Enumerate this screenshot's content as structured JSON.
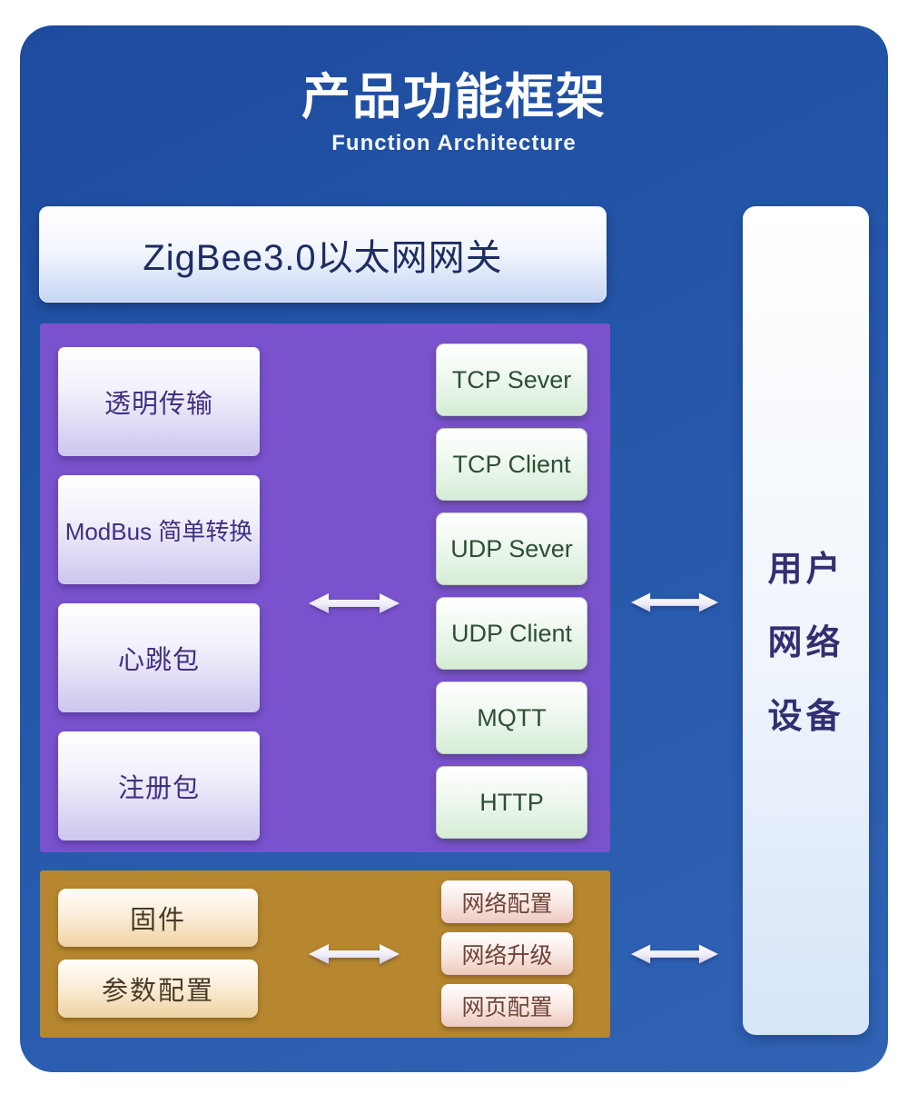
{
  "header": {
    "title_cn": "产品功能框架",
    "title_en": "Function Architecture"
  },
  "gateway": {
    "label": "ZigBee3.0以太网网关"
  },
  "user_device": {
    "lines": [
      "用户",
      "网络",
      "设备"
    ]
  },
  "protocol_section": {
    "modes": [
      "透明传输",
      "ModBus 简单转换",
      "心跳包",
      "注册包"
    ],
    "protocols": [
      "TCP Sever",
      "TCP Client",
      "UDP Sever",
      "UDP Client",
      "MQTT",
      "HTTP"
    ]
  },
  "config_section": {
    "local_items": [
      "固件",
      "参数配置"
    ],
    "network_items": [
      "网络配置",
      "网络升级",
      "网页配置"
    ]
  },
  "icons": {
    "bidirectional_arrow": "double-headed horizontal arrow"
  },
  "colors": {
    "panel_blue_top": "#1d4b9d",
    "panel_blue_bottom": "#3063b4",
    "protocol_purple": "#7a52cd",
    "config_gold": "#b6872f",
    "gateway_text": "#1d2d62",
    "mode_text": "#413080",
    "protocol_text": "#2e4f35",
    "config_left_text": "#4a3b28",
    "config_right_text": "#6f4337",
    "user_device_text": "#332f72",
    "arrow_fill_top": "#ffffff",
    "arrow_fill_bottom": "#cfcae9"
  }
}
